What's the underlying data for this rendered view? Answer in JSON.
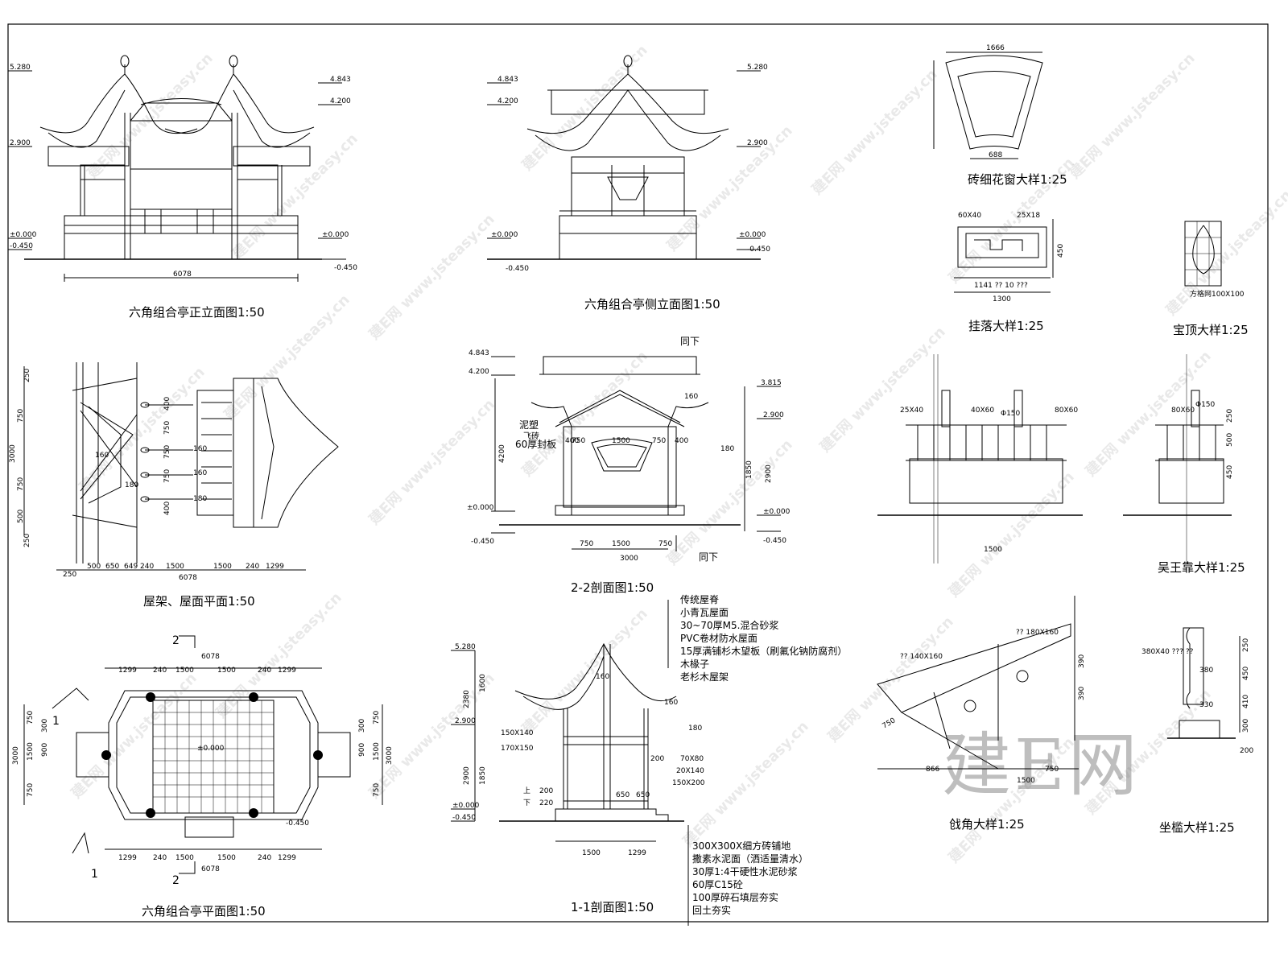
{
  "titles": {
    "front_elevation": "六角组合亭正立面图1:50",
    "side_elevation": "六角组合亭侧立面图1:50",
    "roof_plan": "屋架、屋面平面1:50",
    "section_2_2": "2-2剖面图1:50",
    "floor_plan": "六角组合亭平面图1:50",
    "section_1_1": "1-1剖面图1:50",
    "brick_window": "砖细花窗大样1:25",
    "hanging": "挂落大样1:25",
    "finial": "宝顶大样1:25",
    "wuwangkao": "吴王靠大样1:25",
    "roof_corner": "戗角大样1:25",
    "seat_sill": "坐槛大样1:25"
  },
  "levels": {
    "l5280": "5.280",
    "l4843": "4.843",
    "l4200": "4.200",
    "l2900": "2.900",
    "l3815": "3.815",
    "l0000": "±0.000",
    "lm0450": "-0.450",
    "lm0450b": "-0.450"
  },
  "dims": {
    "d6078": "6078",
    "d3000": "3000",
    "d1500": "1500",
    "d1299": "1299",
    "d240": "240",
    "d750": "750",
    "d650": "650",
    "d649": "649",
    "d500": "500",
    "d250": "250",
    "d900": "900",
    "d300": "300",
    "d160": "160",
    "d180": "180",
    "d200": "200",
    "d220": "220",
    "d400": "400",
    "d390": "390",
    "d1850": "1850",
    "d2900": "2900",
    "d4200": "4200",
    "d1600": "1600",
    "d2380": "2380",
    "d1666": "1666",
    "d688": "688",
    "d1300": "1300",
    "d866": "866",
    "d450": "450",
    "d410": "410",
    "d380": "380",
    "d330": "330",
    "d1141": "1141 ?? 10 ???",
    "d60x40": "60X40",
    "d25x18": "25X18",
    "d25x40": "25X40",
    "d40x60": "40X60",
    "d80x60": "80X60",
    "d150": "Φ150",
    "d150x140": "150X140",
    "d170x150": "170X150",
    "d70x80": "70X80",
    "d20x140": "20X140",
    "d150x200": "150X200",
    "d140x160": "?? 140X160",
    "d180x160": "?? 180X160",
    "d380x40": "380X40 ??? ??",
    "grid100": "方格网100X100",
    "same_below": "同下",
    "same_below2": "同下",
    "up": "上",
    "down": "下",
    "sec2": "2",
    "sec1": "1",
    "mud": "泥塑",
    "plank": "60厚封板",
    "flower": "飞砖"
  },
  "roof_layers": [
    "传统屋脊",
    "小青瓦屋面",
    "30~70厚M5.混合砂浆",
    "PVC卷材防水屋面",
    "15厚满铺杉木望板（刷氟化钠防腐剂）",
    "木椽子",
    "老杉木屋架"
  ],
  "floor_layers": [
    "300X300X细方砖铺地",
    "撒素水泥面（洒适量清水）",
    "30厚1:4干硬性水泥砂浆",
    "60厚C15砼",
    "100厚碎石填层夯实",
    "回土夯实"
  ],
  "watermark": {
    "text": "建E网 www.jsteasy.cn",
    "logo": "建E网"
  },
  "colors": {
    "line": "#000000",
    "watermark": "#9a9a9a",
    "background": "#ffffff"
  }
}
